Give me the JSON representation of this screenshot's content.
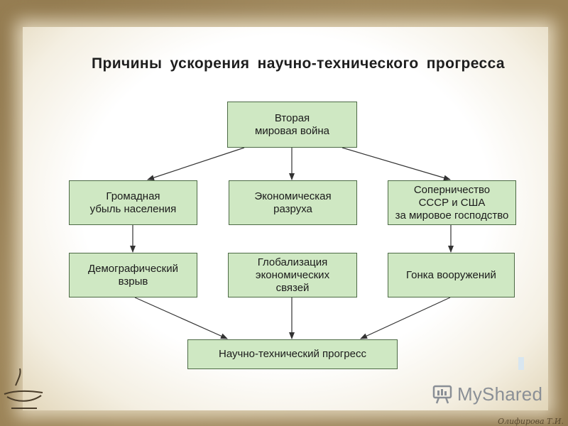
{
  "title": "Причины   ускорения   научно-технического   прогресса",
  "nodes": {
    "war": "Вторая\nмировая война",
    "loss": "Громадная\nубыль населения",
    "ruin": "Экономическая\nразруха",
    "rivalry": "Соперничество\nСССР и США\nза мировое господство",
    "demo": "Демографический\nвзрыв",
    "global": "Глобализация\nэкономических\nсвязей",
    "arms": "Гонка  вооружений",
    "progress": "Научно-технический   прогресс"
  },
  "watermark": "MyShared",
  "author": "Олифирова Т.И."
}
